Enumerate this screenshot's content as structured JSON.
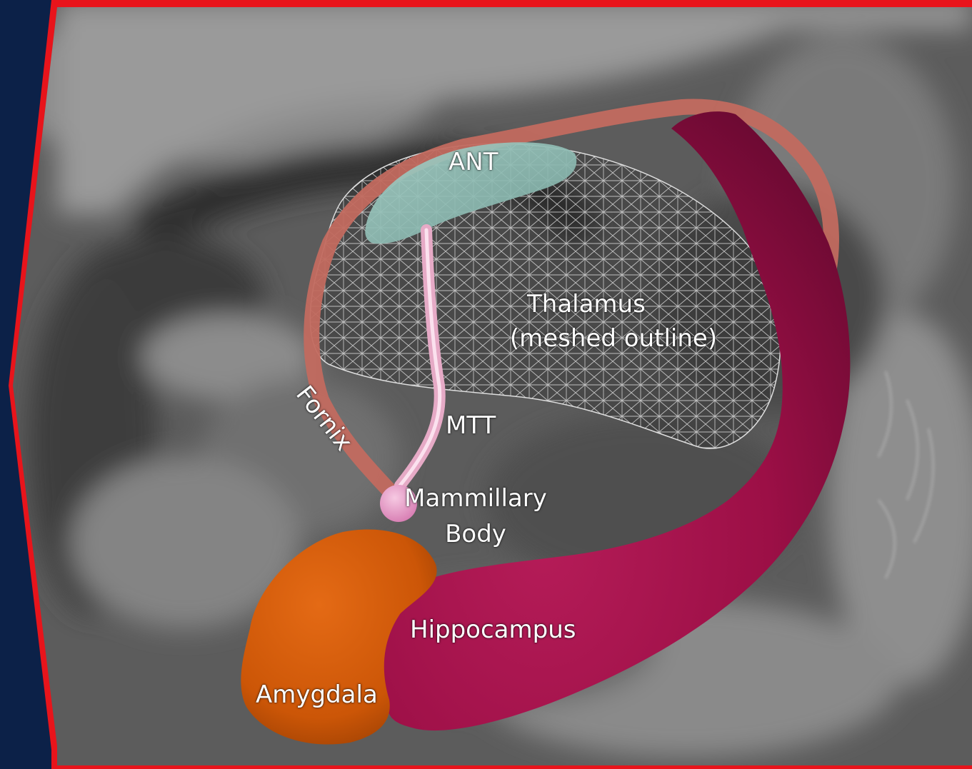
{
  "colors": {
    "side_panel": "#0c2148",
    "frame_border": "#e8141b",
    "fornix": "#c26a5f",
    "mtt": "#f3c0d6",
    "ant": "#8fbdb5",
    "mammillary_body": "#e59ac4",
    "amygdala": "#d25a07",
    "hippocampus": "#9c0f46"
  },
  "labels": {
    "ant": "ANT",
    "thalamus_line1": "Thalamus",
    "thalamus_line2": "(meshed outline)",
    "fornix": "Fornix",
    "mtt": "MTT",
    "mammillary_line1": "Mammillary",
    "mammillary_line2": "Body",
    "hippocampus": "Hippocampus",
    "amygdala": "Amygdala"
  }
}
